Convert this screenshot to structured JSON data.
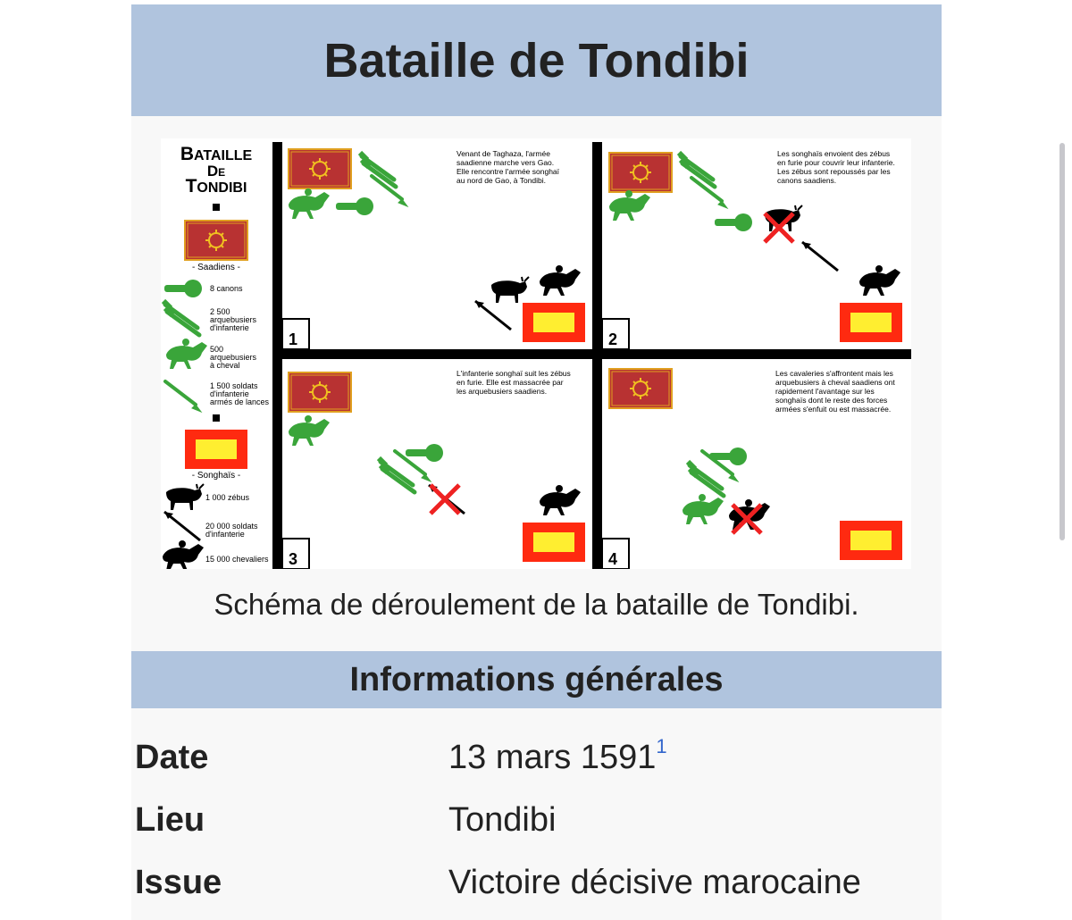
{
  "infobox": {
    "title": "Bataille de Tondibi",
    "caption": "Schéma de déroulement de la bataille de Tondibi.",
    "section_title": "Informations générales",
    "rows": [
      {
        "label": "Date",
        "value": "13 mars 1591",
        "ref": "1"
      },
      {
        "label": "Lieu",
        "value": "Tondibi"
      },
      {
        "label": "Issue",
        "value": "Victoire décisive marocaine"
      }
    ]
  },
  "map": {
    "legend_title_line1_first": "B",
    "legend_title_line1_rest": "ATAILLE",
    "legend_title_line2_first": "D",
    "legend_title_line2_rest": "E",
    "legend_title_line3_first": "T",
    "legend_title_line3_rest": "ONDIBI",
    "saadiens_label": "- Saadiens -",
    "songhais_label": "- Songhaïs -",
    "legend_items": {
      "canons": "8 canons",
      "arquebusiers_inf": [
        "2 500",
        "arquebusiers",
        "d'infanterie"
      ],
      "arquebusiers_cav": [
        "500",
        "arquebusiers",
        "à cheval"
      ],
      "lances": [
        "1 500 soldats",
        "d'infanterie",
        "armés de lances"
      ],
      "zebus": "1 000 zébus",
      "infanterie": [
        "20 000 soldats",
        "d'infanterie"
      ],
      "chevaliers": "15 000 chevaliers"
    },
    "panels": [
      {
        "number": "1",
        "text": [
          "Venant de Taghaza, l'armée",
          "saadienne marche vers Gao.",
          "Elle rencontre l'armée songhaï",
          "au nord de Gao, à Tondibi."
        ]
      },
      {
        "number": "2",
        "text": [
          "Les songhaïs envoient des zébus",
          "en furie pour couvrir leur infanterie.",
          "Les zébus sont repoussés par les",
          "canons saadiens."
        ]
      },
      {
        "number": "3",
        "text": [
          "L'infanterie songhaï suit les zébus",
          "en furie. Elle est massacrée par",
          "les arquebusiers saadiens."
        ]
      },
      {
        "number": "4",
        "text": [
          "Les cavaleries s'affrontent mais les",
          "arquebusiers à cheval saadiens ont",
          "rapidement l'avantage sur les",
          "songhaïs dont le reste des forces",
          "armées s'enfuit ou est massacrée."
        ]
      }
    ],
    "colors": {
      "saadien_flag": "#b83232",
      "saadien_star": "#f0c020",
      "songhai_border": "#ff2a10",
      "songhai_fill": "#ffee30",
      "green_unit": "#3aa53a",
      "cross": "#ee2222"
    }
  }
}
